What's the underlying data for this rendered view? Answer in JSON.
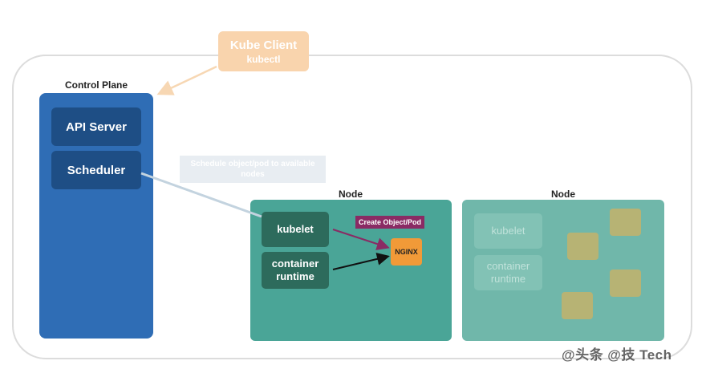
{
  "kube_client": {
    "title": "Kube Client",
    "subtitle": "kubectl"
  },
  "control_plane": {
    "label": "Control Plane",
    "api_server": "API Server",
    "scheduler": "Scheduler"
  },
  "schedule_note": "Schedule object/pod to available nodes",
  "node1": {
    "label": "Node",
    "kubelet": "kubelet",
    "container_runtime": "container runtime",
    "create_tag": "Create Object/Pod",
    "nginx": "NGINX"
  },
  "node2": {
    "label": "Node",
    "kubelet": "kubelet",
    "container_runtime": "container runtime"
  },
  "watermark": "@头条 @技 Tech",
  "colors": {
    "control_plane": "#2f6db5",
    "node": "#4aa597",
    "kube_client": "#f9d4ad",
    "nginx": "#f19a38",
    "create_tag": "#8a2a64"
  }
}
